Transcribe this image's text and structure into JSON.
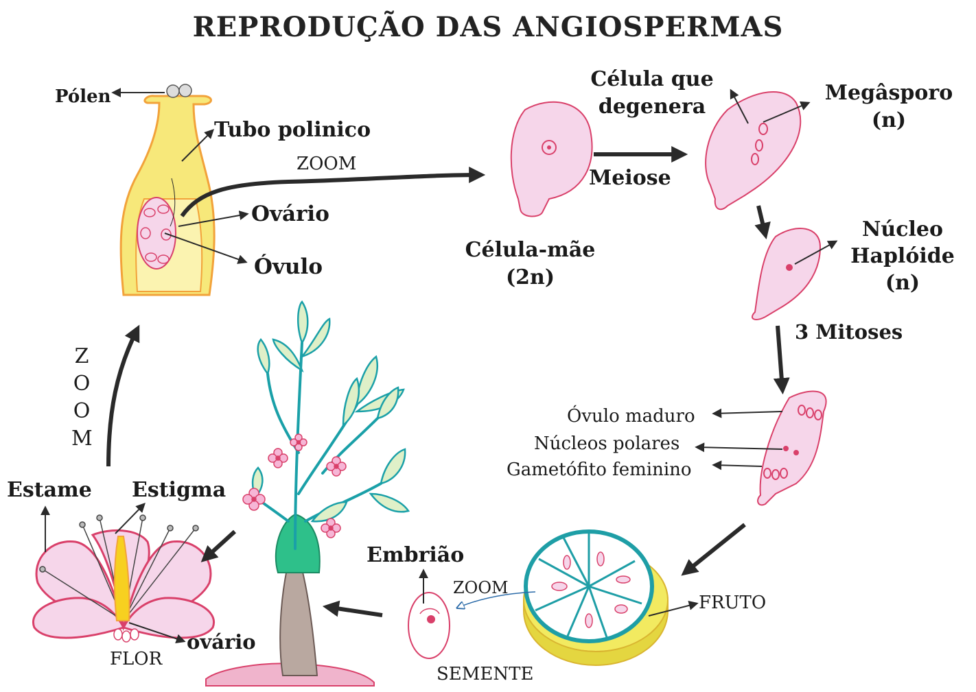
{
  "title": "REPRODUÇÃO DAS ANGIOSPERMAS",
  "labels": {
    "polen": "Pólen",
    "tubo_polinico": "Tubo polinico",
    "zoom_top": "ZOOM",
    "ovario_upper": "Ovário",
    "ovulo": "Óvulo",
    "celula_mae": "Célula-mãe",
    "celula_mae_ploidy": "(2n)",
    "meiose": "Meiose",
    "celula_degenera_1": "Célula que",
    "celula_degenera_2": "degenera",
    "megasporo": "Megâsporo",
    "megasporo_ploidy": "(n)",
    "nucleo_1": "Núcleo",
    "nucleo_2": "Haplóide",
    "nucleo_ploidy": "(n)",
    "mitoses": "3 Mitoses",
    "ovulo_maduro": "Óvulo maduro",
    "nucleos_polares": "Núcleos polares",
    "gametofito": "Gametófito feminino",
    "fruto": "FRUTO",
    "zoom_bottom": "ZOOM",
    "embriao": "Embrião",
    "semente": "SEMENTE",
    "estame": "Estame",
    "estigma": "Estigma",
    "ovario_lower": "ovário",
    "flor": "FLOR",
    "zoom_vertical": [
      "Z",
      "O",
      "O",
      "M"
    ]
  },
  "colors": {
    "pink_fill": "#f6d6ea",
    "pink_edge": "#d9406a",
    "pistil_yellow": "#f7e87a",
    "pistil_orange": "#f2a23a",
    "stem_teal": "#1aa0a8",
    "leaf_green": "#dff0c8",
    "trunk": "#b9a8a0",
    "crown_green": "#2ec08a",
    "fruit_yellow": "#f2ea60",
    "fruit_teal": "#1e9ea6",
    "arrow": "#2a2a2a"
  }
}
